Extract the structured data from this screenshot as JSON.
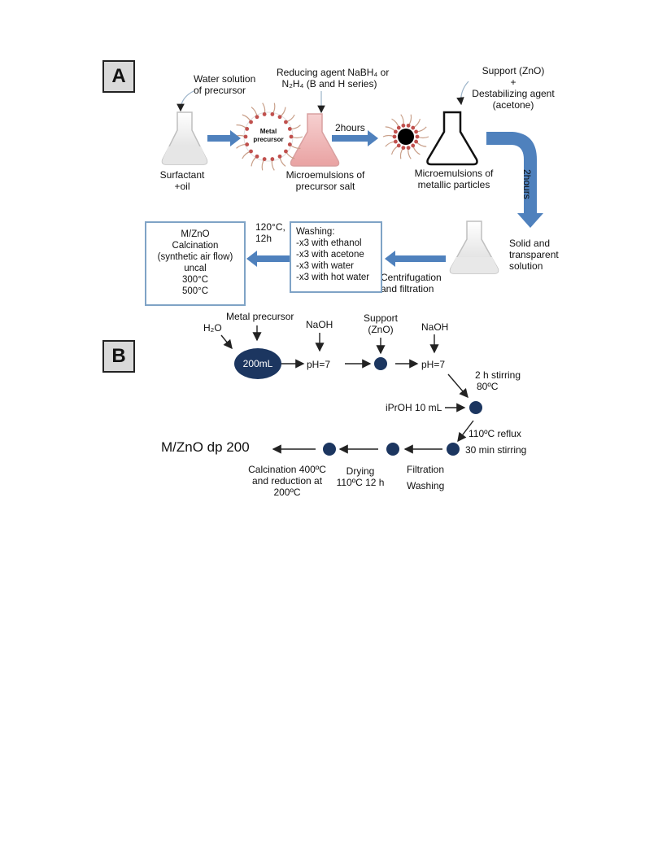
{
  "panel_a": {
    "label": "A",
    "water_solution": [
      "Water solution",
      "of precursor"
    ],
    "reducing_agent": [
      "Reducing agent NaBH₄ or",
      "N₂H₄ (B and H series)"
    ],
    "support_agent": [
      "Support (ZnO)",
      "+",
      "Destabilizing agent",
      "(acetone)"
    ],
    "surfactant": [
      "Surfactant",
      "+oil"
    ],
    "metal_precursor_inner": [
      "Metal",
      "precursor"
    ],
    "two_hours_1": "2hours",
    "microemulsions_precursor": [
      "Microemulsions of",
      "precursor salt"
    ],
    "microemulsions_metallic": [
      "Microemulsions of",
      "metallic particles"
    ],
    "two_hours_2": "2hours",
    "solid_transparent": [
      "Solid and",
      "transparent",
      "solution"
    ],
    "centrifugation": [
      "Centrifugation",
      "and filtration"
    ],
    "washing": [
      "Washing:",
      "-x3 with ethanol",
      "-x3 with acetone",
      "-x3 with water",
      "-x3 with hot water"
    ],
    "temp_time": [
      "120°C,",
      "12h"
    ],
    "final_box": [
      "M/ZnO",
      "Calcination",
      "(synthetic air flow)",
      "uncal",
      "300°C",
      "500°C"
    ]
  },
  "panel_b": {
    "label": "B",
    "h2o": "H₂O",
    "metal_precursor": "Metal precursor",
    "volume": "200mL",
    "naoh_1": "NaOH",
    "ph_1": "pH=7",
    "support": [
      "Support",
      "(ZnO)"
    ],
    "naoh_2": "NaOH",
    "ph_2": "pH=7",
    "stirring": [
      "2 h stirring",
      "80ºC"
    ],
    "iproh": "iPrOH 10 mL",
    "reflux": "110ºC reflux",
    "stirring_30": "30 min stirring",
    "filtration": [
      "Filtration",
      "Washing"
    ],
    "drying": [
      "Drying",
      "110ºC 12 h"
    ],
    "calcination": [
      "Calcination 400ºC",
      "and reduction at",
      "200ºC"
    ],
    "final": "M/ZnO dp 200"
  },
  "colors": {
    "arrow_blue": "#4f81bd",
    "box_border": "#7fa3c6",
    "dot_navy": "#1c3660",
    "emulsion_red": "#c0504d"
  }
}
